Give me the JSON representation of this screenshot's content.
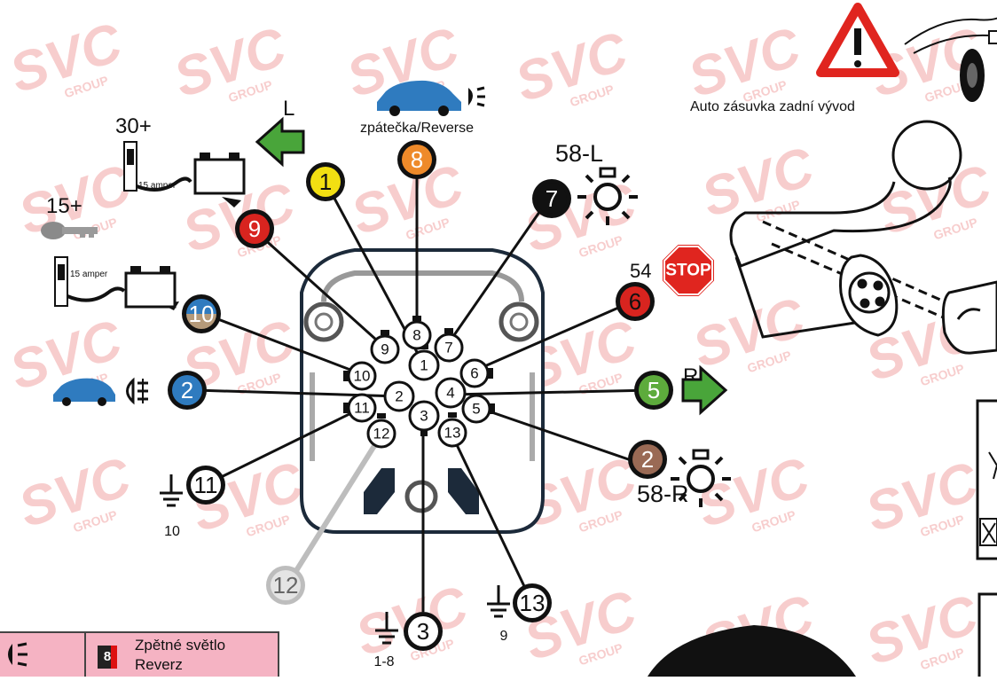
{
  "watermark": {
    "brand": "SVC",
    "sub": "GROUP"
  },
  "title": "Auto zásuvka zadní vývod",
  "socket_pins": [
    "1",
    "2",
    "3",
    "4",
    "5",
    "6",
    "7",
    "8",
    "9",
    "10",
    "11",
    "12",
    "13"
  ],
  "callouts": {
    "p1": {
      "num": "1",
      "label": "L"
    },
    "p2": {
      "num": "2"
    },
    "p3": {
      "num": "3",
      "sub": "1-8"
    },
    "p5": {
      "num": "5",
      "label": "R"
    },
    "p6": {
      "num": "6",
      "label": "54",
      "sign": "STOP"
    },
    "p7": {
      "num": "7",
      "label": "58-L"
    },
    "p8": {
      "num": "8",
      "label": "zpátečka/Reverse"
    },
    "p9": {
      "num": "9",
      "label": "30+",
      "fuse": "15 amper"
    },
    "p10": {
      "num": "10",
      "label": "15+",
      "fuse": "15 amper"
    },
    "p11": {
      "num": "11",
      "sub": "10"
    },
    "p12": {
      "num": "12"
    },
    "p13": {
      "num": "13",
      "sub": "9"
    },
    "p58r": {
      "num": "2",
      "label": "58-R"
    }
  },
  "colors": {
    "p1": "#f2df12",
    "p2": "#2f7bbf",
    "p3": "#ffffff",
    "p5": "#5dab3c",
    "p6": "#d8241f",
    "p7": "#111111",
    "p8": "#ee8a2a",
    "p9": "#d8241f",
    "p10a": "#2f7bbf",
    "p10b": "#b59a7a",
    "p11": "#ffffff",
    "p12": "#bdbdbd",
    "p13": "#ffffff",
    "p58r": "#9a6a55",
    "arrow": "#49a53a",
    "stop": "#e0251f",
    "legend_bg": "#f5b3c3"
  },
  "legend": {
    "pin": "8",
    "line1": "Zpětné světlo",
    "line2": "Reverz"
  }
}
